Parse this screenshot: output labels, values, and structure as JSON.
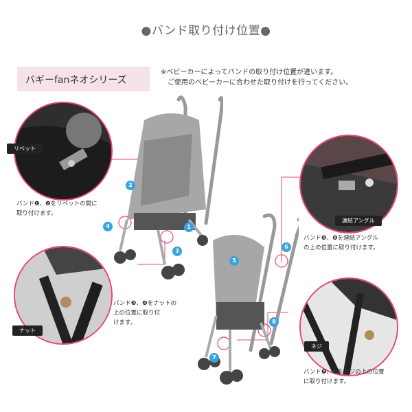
{
  "header": {
    "title": "●バンド取り付け位置●"
  },
  "series": {
    "label": "バギーfanネオシリーズ"
  },
  "note": {
    "text": "※ベビーカーによってバンドの取り付け位置が違います。\n　ご使用のベビーカーに合わせた取り付けを行ってください。"
  },
  "callouts": {
    "rivet": {
      "tag": "リベット",
      "caption": "バンド❶、❷をリベットの間に\n取り付けます。"
    },
    "nut": {
      "tag": "ナット",
      "caption": "バンド❸、❹をナットの\n上の位置に取り付\nけます。"
    },
    "angle": {
      "tag": "連結アングル",
      "caption": "バンド❺、❻を連結アングル\nの上の位置に取り付けます。"
    },
    "screw": {
      "tag": "ネジ",
      "caption": "バンド❼、❽をネジの上の位置\nに取り付けます。"
    }
  },
  "markers": [
    "1",
    "2",
    "3",
    "4",
    "5",
    "6",
    "7",
    "8"
  ],
  "colors": {
    "accent": "#e8457a",
    "marker": "#3aa3dd",
    "tag_bg": "#222222",
    "series_bg": "#f6e3e8"
  }
}
